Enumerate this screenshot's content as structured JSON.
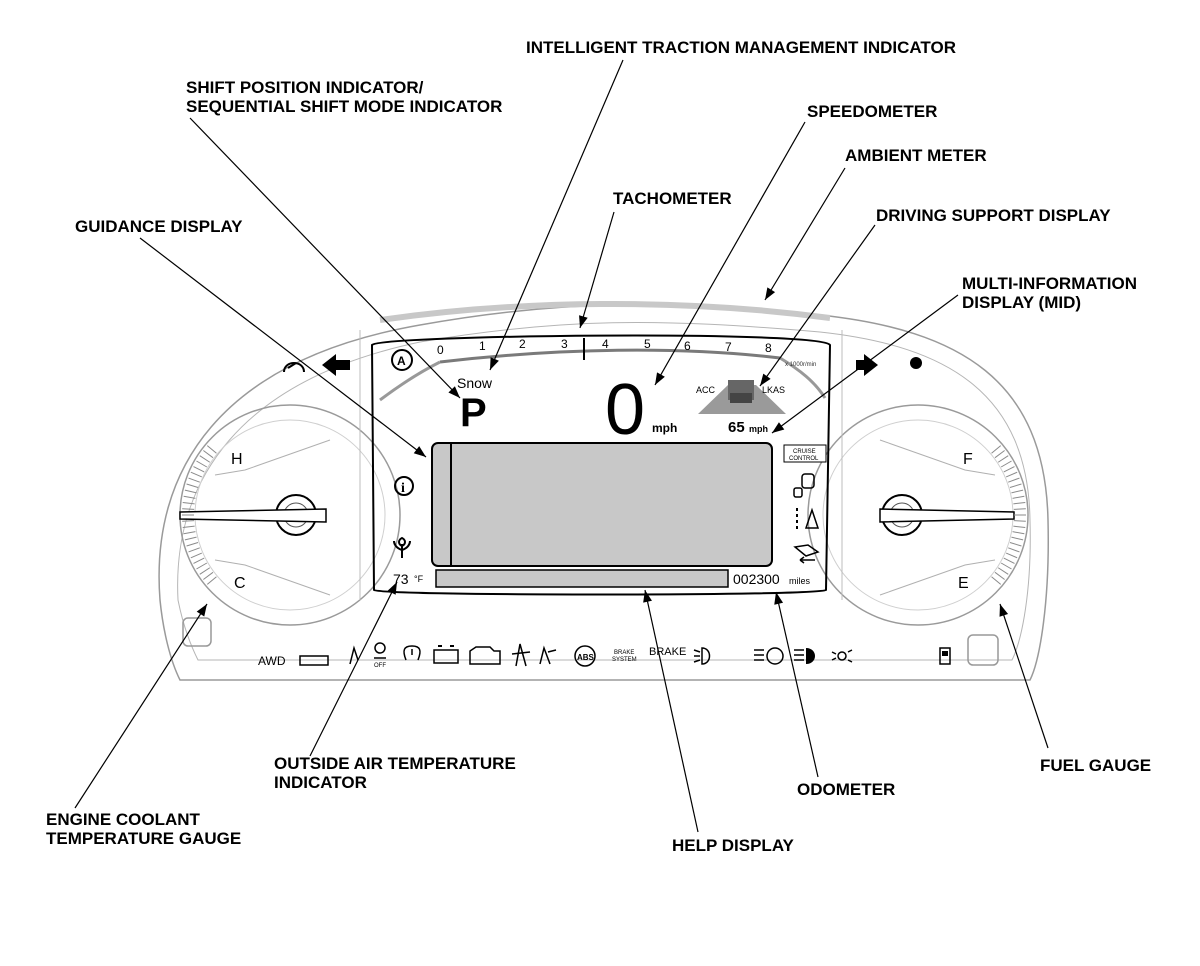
{
  "callouts": {
    "intelligent_traction": "INTELLIGENT TRACTION MANAGEMENT INDICATOR",
    "shift_position_1": "SHIFT POSITION INDICATOR/",
    "shift_position_2": "SEQUENTIAL SHIFT MODE INDICATOR",
    "speedometer": "SPEEDOMETER",
    "ambient_meter": "AMBIENT METER",
    "tachometer": "TACHOMETER",
    "driving_support": "DRIVING SUPPORT DISPLAY",
    "guidance_display": "GUIDANCE DISPLAY",
    "mid_1": "MULTI-INFORMATION",
    "mid_2": "DISPLAY (MID)",
    "outside_air_1": "OUTSIDE AIR TEMPERATURE",
    "outside_air_2": "INDICATOR",
    "odometer": "ODOMETER",
    "fuel_gauge": "FUEL GAUGE",
    "engine_coolant_1": "ENGINE COOLANT",
    "engine_coolant_2": "TEMPERATURE GAUGE",
    "help_display": "HELP DISPLAY"
  },
  "cluster": {
    "tach_numbers": [
      "0",
      "1",
      "2",
      "3",
      "4",
      "5",
      "6",
      "7",
      "8"
    ],
    "tach_unit": "x 1000r/min",
    "traction_mode": "Snow",
    "gear": "P",
    "speed": "0",
    "speed_unit": "mph",
    "acc_label": "ACC",
    "lkas_label": "LKAS",
    "set_speed": "65",
    "set_speed_unit": "mph",
    "cruise_line1": "CRUISE",
    "cruise_line2": "CONTROL",
    "temp_value": "73",
    "temp_unit": "°F",
    "odometer_value": "002300",
    "odometer_unit": "miles",
    "coolant_high": "H",
    "coolant_low": "C",
    "fuel_full": "F",
    "fuel_empty": "E",
    "awd_label": "AWD",
    "off_label": "OFF",
    "abs_label": "ABS",
    "brake_system_1": "BRAKE",
    "brake_system_2": "SYSTEM",
    "brake_label": "BRAKE"
  },
  "colors": {
    "display_fill": "#c8c8c8",
    "outline": "#000000",
    "gray_outline": "#9a9a9a"
  }
}
